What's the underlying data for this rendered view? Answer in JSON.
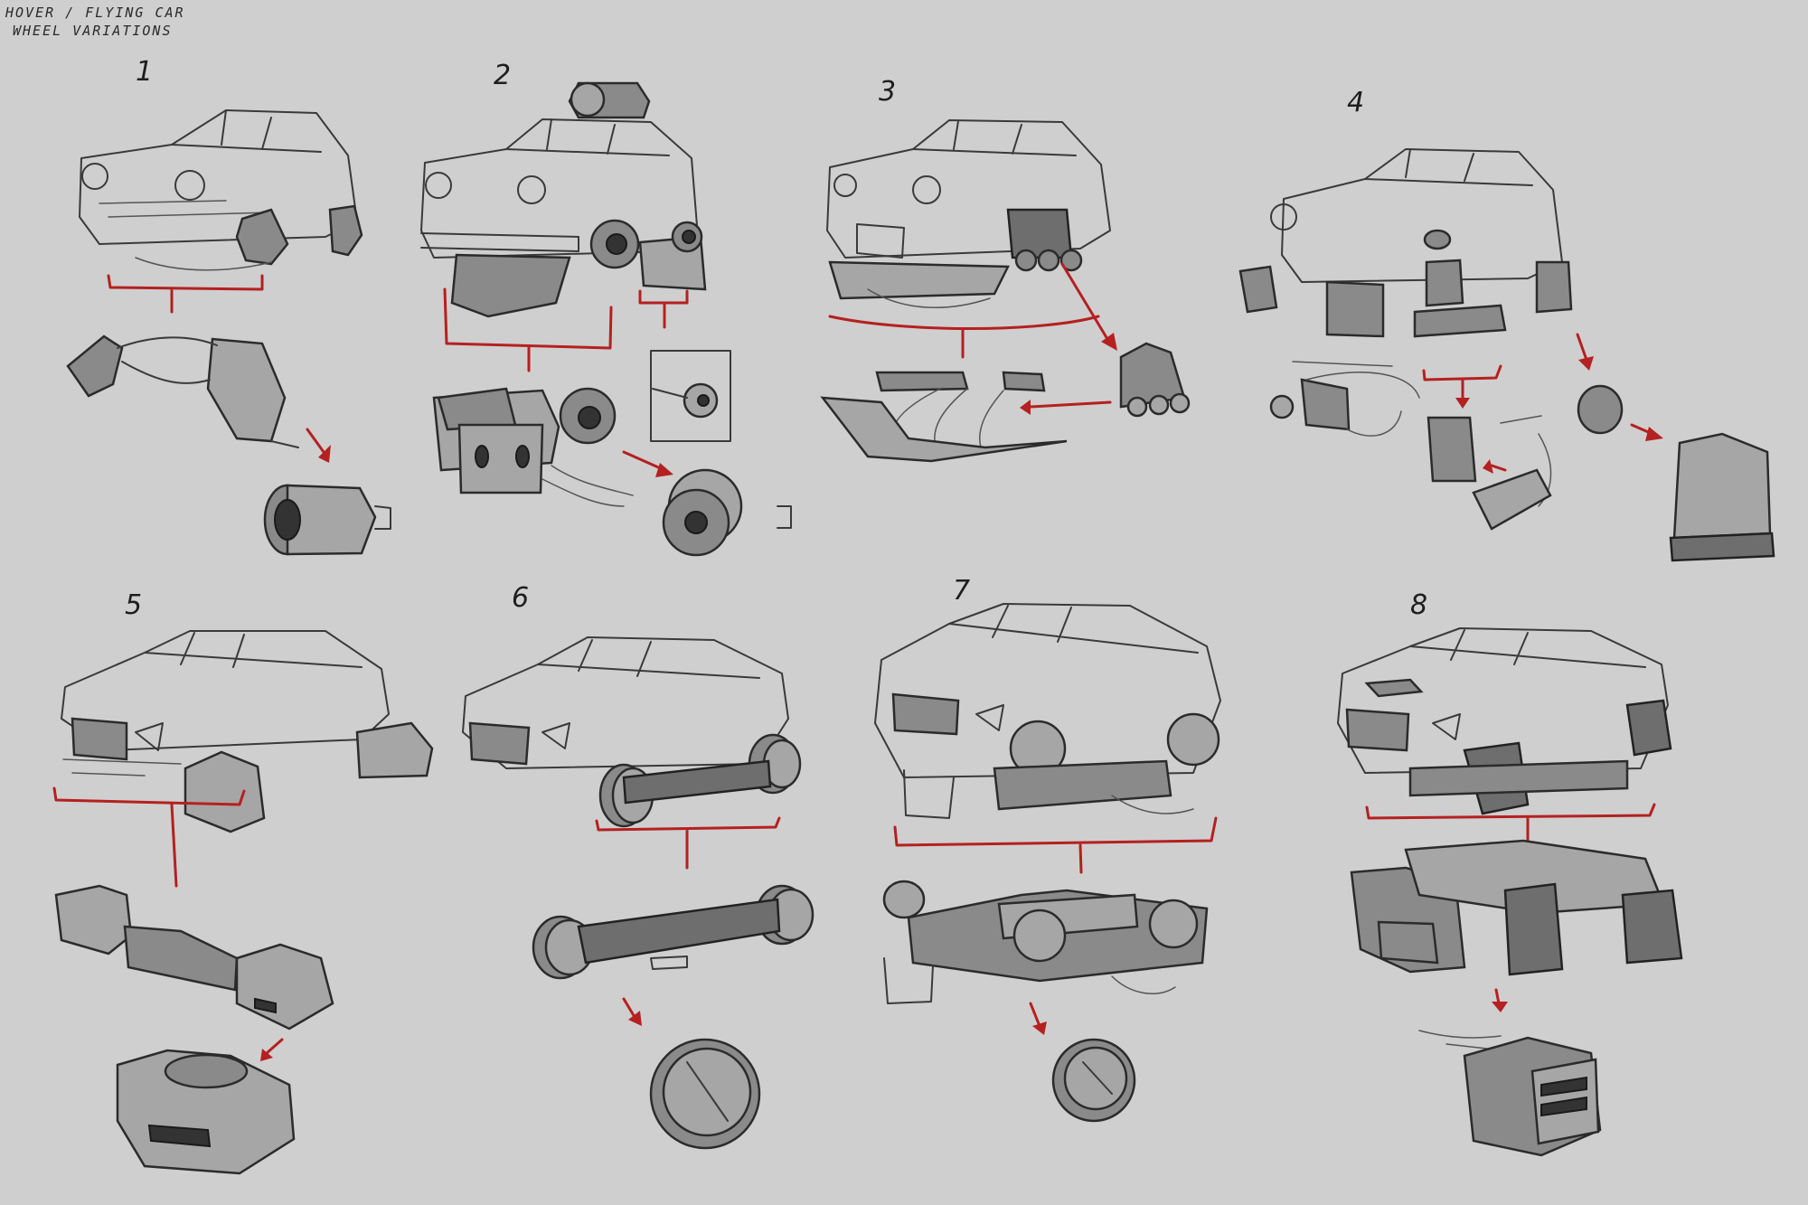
{
  "title": {
    "line1": "Hover / Flying car",
    "line2": "Wheel variations"
  },
  "variants": [
    {
      "label": "1"
    },
    {
      "label": "2"
    },
    {
      "label": "3"
    },
    {
      "label": "4"
    },
    {
      "label": "5"
    },
    {
      "label": "6"
    },
    {
      "label": "7"
    },
    {
      "label": "8"
    }
  ],
  "colors": {
    "background": "#cfcfcf",
    "sketch_line": "#3a3a3a",
    "marker_red": "#b52020"
  }
}
